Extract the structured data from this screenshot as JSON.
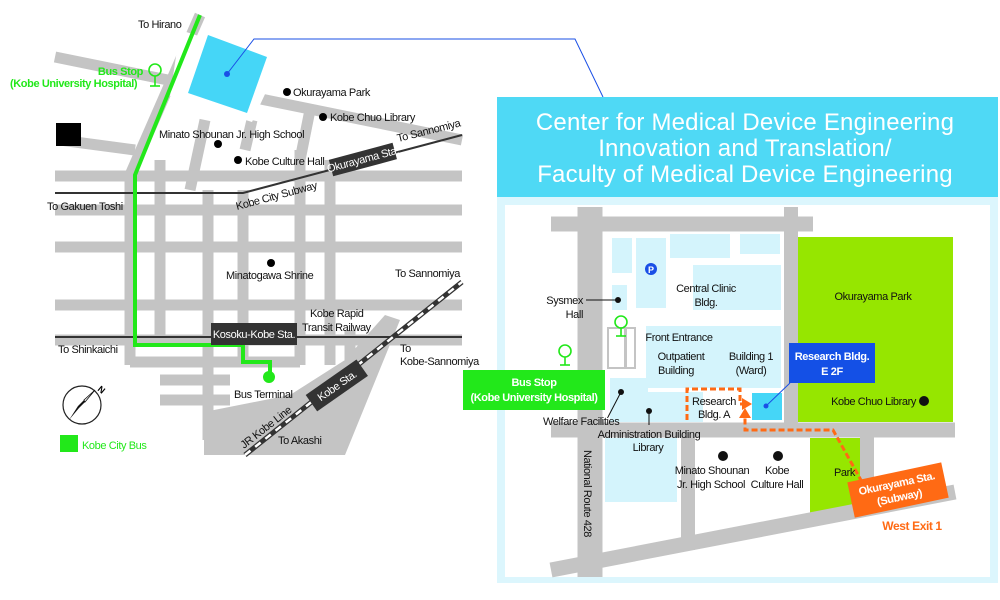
{
  "colors": {
    "road": "#c4c4c4",
    "bus_route": "#22e81a",
    "hospital": "#45d6f7",
    "header_bg": "#4fd9f5",
    "panel_bg": "#dcf6fd",
    "campus": "#d4f4fc",
    "park": "#96e600",
    "research_box": "#1450e6",
    "route": "#ff6a14",
    "station_box": "#333333"
  },
  "left_map": {
    "to_hirano": "To Hirano",
    "bus_stop_title": "Bus Stop",
    "bus_stop_sub": "(Kobe University Hospital)",
    "okurayama_park": "Okurayama Park",
    "kobe_chuo_library": "Kobe Chuo Library",
    "minato_shounan": "Minato Shounan Jr. High School",
    "kobe_culture_hall": "Kobe Culture Hall",
    "to_sannomiya_top": "To Sannomiya",
    "okurayama_sta": "Okurayama Sta.",
    "to_gakuen_toshi": "To Gakuen Toshi",
    "kobe_city_subway": "Kobe City Subway",
    "minatogawa_shrine": "Minatogawa Shrine",
    "to_sannomiya_mid": "To Sannomiya",
    "kobe_rapid_1": "Kobe Rapid",
    "kobe_rapid_2": "Transit Railway",
    "kosoku_kobe_sta": "Kosoku-Kobe Sta.",
    "to_shinkaichi": "To Shinkaichi",
    "to_kobe_sannomiya_1": "To",
    "to_kobe_sannomiya_2": "Kobe-Sannomiya",
    "bus_terminal": "Bus Terminal",
    "kobe_sta": "Kobe Sta.",
    "jr_kobe_line": "JR Kobe Line",
    "to_akashi": "To Akashi",
    "compass_n": "N",
    "legend_label": "Kobe City Bus"
  },
  "header": {
    "lines": [
      "Center for Medical Device Engineering",
      "Innovation and Translation/",
      "Faculty of Medical Device Engineering"
    ]
  },
  "right_map": {
    "sysmex_1": "Sysmex",
    "sysmex_2": "Hall",
    "parking": "P",
    "central_clinic_1": "Central Clinic",
    "central_clinic_2": "Bldg.",
    "front_entrance": "Front Entrance",
    "outpatient_1": "Outpatient",
    "outpatient_2": "Building",
    "building1_1": "Building 1",
    "building1_2": "(Ward)",
    "research_1": "Research Bldg.",
    "research_2": "E 2F",
    "okurayama_park": "Okurayama Park",
    "kobe_chuo_library": "Kobe Chuo Library",
    "research_a_1": "Research",
    "research_a_2": "Bldg. A",
    "bus_stop_title": "Bus Stop",
    "bus_stop_sub": "(Kobe University Hospital)",
    "welfare": "Welfare Facilities",
    "admin": "Administration Building",
    "library": "Library",
    "minato_1": "Minato Shounan",
    "minato_2": "Jr. High School",
    "culture_1": "Kobe",
    "culture_2": "Culture Hall",
    "park": "Park",
    "national_route": "National Route 428",
    "okurayama_sta_1": "Okurayama Sta.",
    "okurayama_sta_2": "(Subway)",
    "west_exit": "West Exit 1"
  }
}
